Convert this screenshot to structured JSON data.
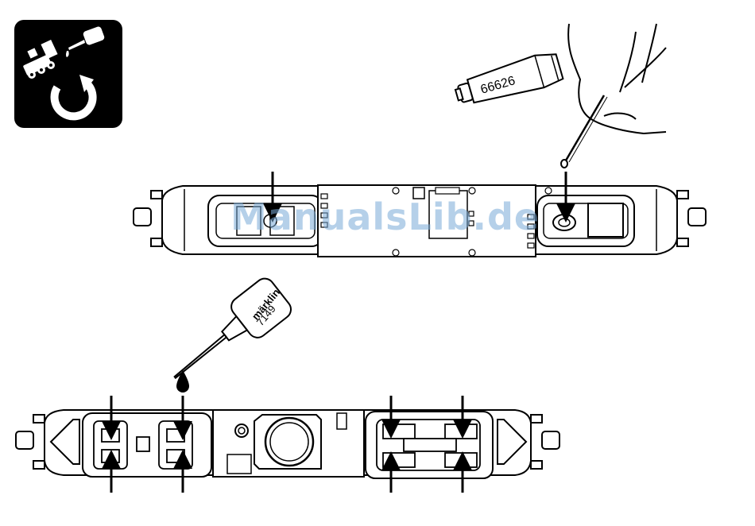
{
  "maintenance_icon": {
    "icon": "maintenance-oil-cycle-icon",
    "background": "#000000",
    "foreground": "#ffffff"
  },
  "grease_tube": {
    "label": "66626"
  },
  "oil_bottle": {
    "brand": "märklin",
    "number": "7149"
  },
  "watermark": {
    "text": "ManualsLib.de",
    "color": "#78aad7"
  },
  "lubrication_points": {
    "top_view_count": 2,
    "bottom_view_count": 8
  }
}
